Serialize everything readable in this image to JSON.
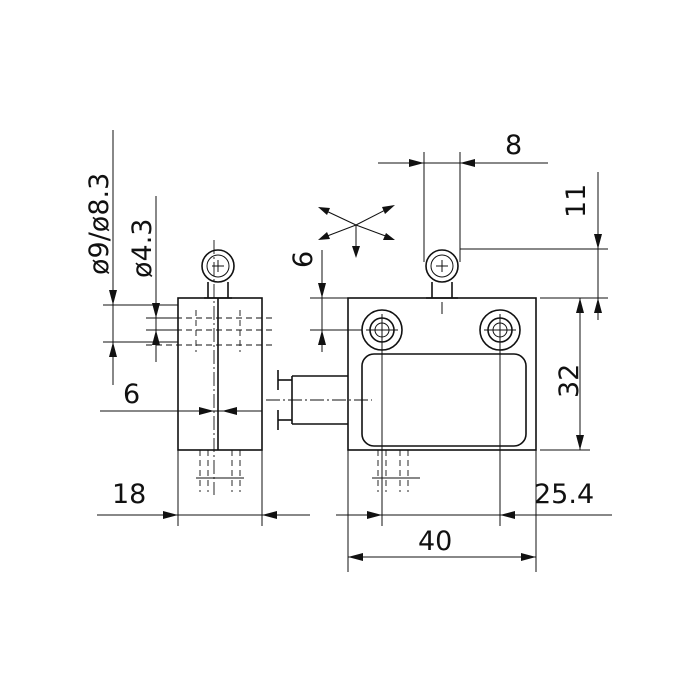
{
  "dimensions": {
    "d8": "8",
    "d11": "11",
    "d6_top": "6",
    "d32": "32",
    "d25_4": "25.4",
    "d40": "40",
    "d18": "18",
    "d6_side": "6",
    "dia_9_8_3": "ø9/ø8.3",
    "dia_4_3": "ø4.3"
  },
  "icons": {
    "movement_symbol": "multi-direction-actuation-icon"
  }
}
